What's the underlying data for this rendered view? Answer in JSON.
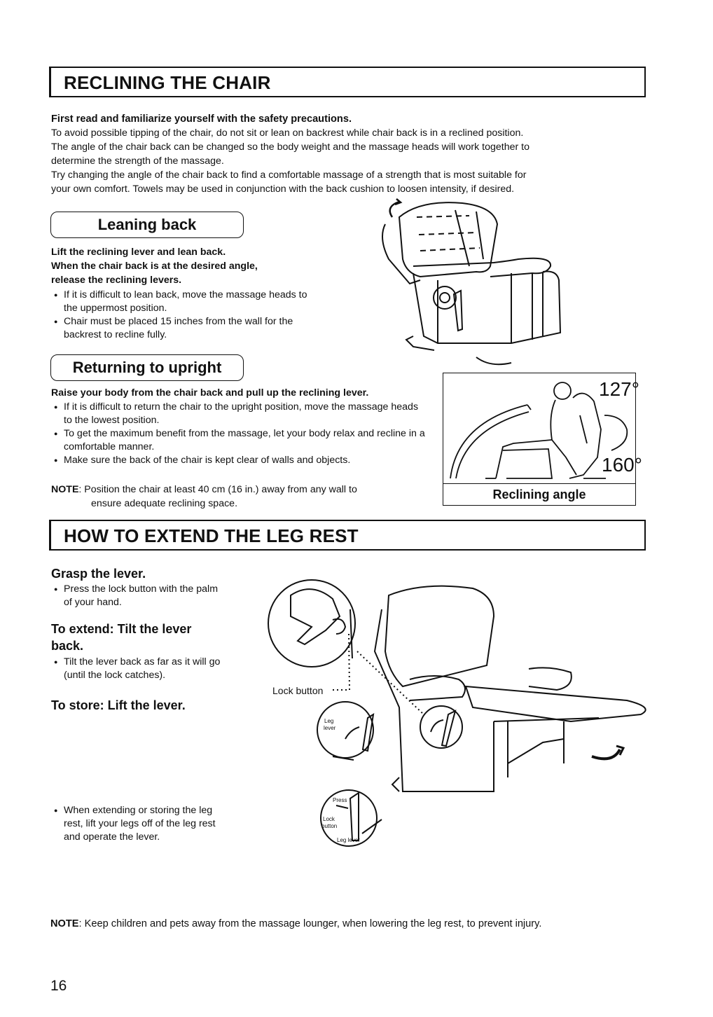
{
  "reclining": {
    "title": "RECLINING THE CHAIR",
    "intro_bold": "First read and familiarize yourself with the safety precautions.",
    "intro_lines": [
      "To avoid possible tipping of the chair, do not sit or lean on backrest while chair back is in a reclined position.",
      "The angle of the chair back can be changed so the body weight and the massage heads will work together to",
      "determine the strength of the massage.",
      "Try changing the angle of the chair back to find a comfortable massage of a strength that is most suitable for",
      "your own comfort.  Towels may be used in conjunction with the back cushion to loosen intensity, if desired."
    ],
    "leaning": {
      "heading": "Leaning back",
      "bold_lines": [
        "Lift the reclining lever and lean back.",
        "When the chair back is at the desired angle,",
        "release the reclining levers."
      ],
      "bullets": [
        "If it is difficult to lean back, move the massage heads to the uppermost position.",
        "Chair must be placed 15 inches from the wall for the backrest to recline fully."
      ]
    },
    "upright": {
      "heading": "Returning to upright",
      "bold_line": "Raise your body from the chair back and pull up the reclining lever.",
      "bullets": [
        "If it is difficult to return the chair to the upright position, move the massage heads to the lowest position.",
        "To get the maximum benefit from the massage, let your body relax and recline in a comfortable manner.",
        "Make sure the back of the chair is kept clear of walls and objects."
      ]
    },
    "note_label": "NOTE",
    "note_text": ": Position the chair at least 40 cm (16 in.) away from any wall to",
    "note_text2": "ensure adequate reclining space.",
    "angle_box": {
      "angle_top": "127°",
      "angle_bottom": "160°",
      "caption": "Reclining angle"
    }
  },
  "legrest": {
    "title": "HOW TO EXTEND THE LEG REST",
    "grasp_heading": "Grasp the lever.",
    "grasp_bullet": "Press the lock button with the palm of your hand.",
    "extend_heading": "To extend: Tilt the lever back.",
    "extend_bullet": "Tilt the lever back as far as it will go (until the lock catches).",
    "store_heading": "To store: Lift the lever.",
    "store_bullet": "When extending or storing the leg rest, lift your legs off of the leg rest and operate the lever.",
    "lock_button_label": "Lock button",
    "inset_labels": {
      "leg_lever_1": "Leg",
      "leg_lever_2": "lever",
      "press": "Press",
      "lock_1": "Lock",
      "lock_2": "button",
      "leg_lever_bottom": "Leg lever"
    }
  },
  "bottom_note_label": "NOTE",
  "bottom_note_text": ":  Keep children and pets away from the massage lounger, when lowering the leg rest, to prevent injury.",
  "page_number": "16"
}
